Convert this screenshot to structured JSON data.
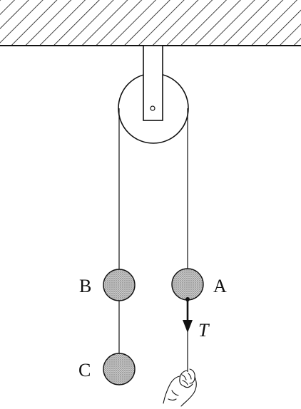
{
  "diagram": {
    "labels": {
      "mass_a": "A",
      "mass_b": "B",
      "mass_c": "C",
      "tension": "T"
    },
    "colors": {
      "ink": "#111111",
      "mass_fill": "#b9b9b9",
      "pulley_fill": "#ffffff"
    },
    "icons": {
      "ceiling": "hatched-ceiling-icon",
      "pulley": "pulley-icon",
      "hand": "hand-icon",
      "arrow": "arrow-down-icon"
    }
  }
}
